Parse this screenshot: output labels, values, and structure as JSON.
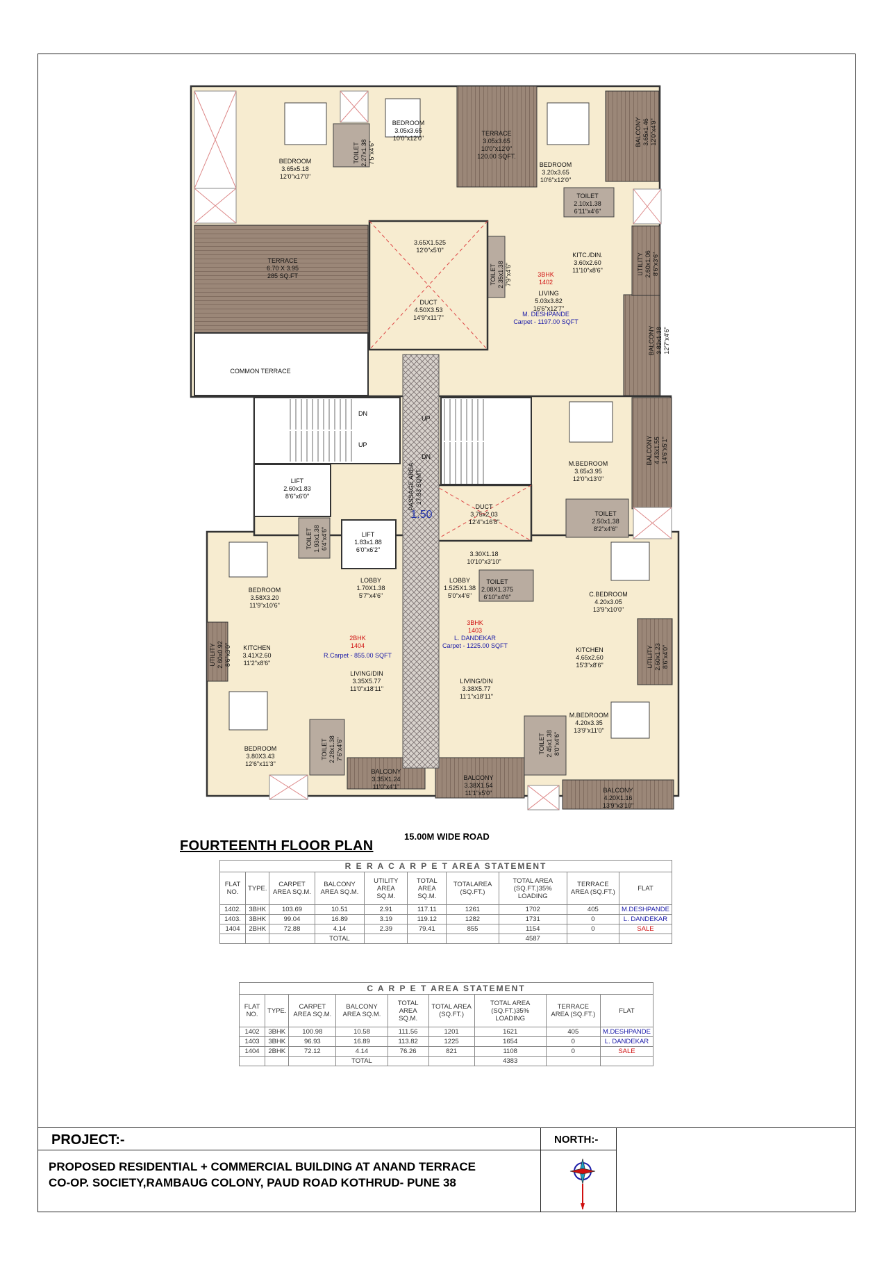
{
  "drawing": {
    "title": "FOURTEENTH FLOOR PLAN",
    "road_label": "15.00M WIDE ROAD",
    "passage": "1.50"
  },
  "rooms": [
    {
      "name": "BEDROOM",
      "dims": [
        "3.65x5.18",
        "12'0\"x17'0\""
      ]
    },
    {
      "name": "TOILET",
      "dims": [
        "2.27x1.38",
        "7'5\"x4'6\""
      ]
    },
    {
      "name": "BEDROOM",
      "dims": [
        "3.05x3.65",
        "10'0\"x12'0\""
      ]
    },
    {
      "name": "TERRACE",
      "dims": [
        "3.05x3.65",
        "10'0\"x12'0\"",
        "120.00 SQFT."
      ]
    },
    {
      "name": "BEDROOM",
      "dims": [
        "3.20x3.65",
        "10'6\"x12'0\""
      ]
    },
    {
      "name": "BALCONY",
      "dims": [
        "3.65x1.46",
        "12'0\"x4'9\""
      ]
    },
    {
      "name": "TOILET",
      "dims": [
        "2.10x1.38",
        "6'11\"x4'6\""
      ]
    },
    {
      "name": "TERRACE",
      "dims": [
        "6.70 X 3.95",
        "285 SQ.FT"
      ]
    },
    {
      "name": "3.65X1.525",
      "dims": [
        "12'0\"x5'0\""
      ]
    },
    {
      "name": "DUCT",
      "dims": [
        "4.50X3.53",
        "14'9\"x11'7\""
      ]
    },
    {
      "name": "TOILET",
      "dims": [
        "2.35x1.38",
        "7'9\"x4'6\""
      ]
    },
    {
      "name": "KITC./DIN.",
      "dims": [
        "3.60x2.60",
        "11'10\"x8'6\""
      ]
    },
    {
      "name": "UTILITY",
      "dims": [
        "2.60x1.06",
        "8'6\"x3'6\""
      ]
    },
    {
      "name": "LIVING",
      "dims": [
        "5.03x3.82",
        "16'6\"x12'7\""
      ]
    },
    {
      "name": "BALCONY",
      "dims": [
        "3.82x1.38",
        "12'7\"x4'6\""
      ]
    },
    {
      "name": "COMMON TERRACE",
      "dims": []
    },
    {
      "name": "PASSAGE AREA",
      "dims": [
        "17.83 SQMT."
      ]
    },
    {
      "name": "LIFT",
      "dims": [
        "2.60x1.83",
        "8'6\"x6'0\""
      ]
    },
    {
      "name": "M.BEDROOM",
      "dims": [
        "3.65x3.95",
        "12'0\"x13'0\""
      ]
    },
    {
      "name": "BALCONY",
      "dims": [
        "4.43x1.55",
        "14'6\"x5'1\""
      ]
    },
    {
      "name": "DUCT",
      "dims": [
        "3.75x2.03",
        "12'4\"x16'8\""
      ]
    },
    {
      "name": "TOILET",
      "dims": [
        "2.50x1.38",
        "8'2\"x4'6\""
      ]
    },
    {
      "name": "TOILET",
      "dims": [
        "1.93x1.38",
        "6'4\"x4'6\""
      ]
    },
    {
      "name": "LIFT",
      "dims": [
        "1.83x1.88",
        "6'0\"x6'2\""
      ]
    },
    {
      "name": "3.30X1.18",
      "dims": [
        "10'10\"x3'10\""
      ]
    },
    {
      "name": "BEDROOM",
      "dims": [
        "3.58X3.20",
        "11'9\"x10'6\""
      ]
    },
    {
      "name": "LOBBY",
      "dims": [
        "1.70X1.38",
        "5'7\"x4'6\""
      ]
    },
    {
      "name": "LOBBY",
      "dims": [
        "1.525X1.38",
        "5'0\"x4'6\""
      ]
    },
    {
      "name": "TOILET",
      "dims": [
        "2.08X1.375",
        "6'10\"x4'6\""
      ]
    },
    {
      "name": "C.BEDROOM",
      "dims": [
        "4.20x3.05",
        "13'9\"x10'0\""
      ]
    },
    {
      "name": "UTILITY",
      "dims": [
        "2.60x0.92",
        "8'6\"x3'0\""
      ]
    },
    {
      "name": "KITCHEN",
      "dims": [
        "3.41X2.60",
        "11'2\"x8'6\""
      ]
    },
    {
      "name": "LIVING/DIN",
      "dims": [
        "3.35X5.77",
        "11'0\"x18'11\""
      ]
    },
    {
      "name": "LIVING/DIN",
      "dims": [
        "3.38X5.77",
        "11'1\"x18'11\""
      ]
    },
    {
      "name": "KITCHEN",
      "dims": [
        "4.65x2.60",
        "15'3\"x8'6\""
      ]
    },
    {
      "name": "UTILITY",
      "dims": [
        "2.60x1.23",
        "8'6\"x4'0\""
      ]
    },
    {
      "name": "M.BEDROOM",
      "dims": [
        "4.20x3.35",
        "13'9\"x11'0\""
      ]
    },
    {
      "name": "BEDROOM",
      "dims": [
        "3.80X3.43",
        "12'6\"x11'3\""
      ]
    },
    {
      "name": "TOILET",
      "dims": [
        "2.28x1.38",
        "7'6\"x4'6\""
      ]
    },
    {
      "name": "BALCONY",
      "dims": [
        "3.35X1.24",
        "11'0\"x4'1\""
      ]
    },
    {
      "name": "BALCONY",
      "dims": [
        "3.38X1.54",
        "11'1\"x5'0\""
      ]
    },
    {
      "name": "TOILET",
      "dims": [
        "2.45x1.38",
        "8'0\"x4'6\""
      ]
    },
    {
      "name": "BALCONY",
      "dims": [
        "4.20X1.16",
        "13'9\"x3'10\""
      ]
    }
  ],
  "stairs": {
    "up": "UP",
    "dn": "DN"
  },
  "flats": [
    {
      "type": "3BHK",
      "no": "1402",
      "owner": "M. DESHPANDE",
      "carpet": "Carpet - 1197.00 SQFT"
    },
    {
      "type": "3BHK",
      "no": "1403",
      "owner": "L. DANDEKAR",
      "carpet": "Carpet - 1225.00 SQFT"
    },
    {
      "type": "2BHK",
      "no": "1404",
      "owner": "",
      "carpet": "R.Carpet - 855.00 SQFT"
    }
  ],
  "rera_table": {
    "title": "R E R A  C A R P E T  AREA STATEMENT",
    "headers": [
      "FLAT NO.",
      "TYPE.",
      "CARPET AREA SQ.M.",
      "BALCONY AREA SQ.M.",
      "UTILITY AREA SQ.M.",
      "TOTAL AREA SQ.M.",
      "TOTALAREA (SQ.FT.)",
      "TOTAL AREA (SQ.FT.)35% LOADING",
      "TERRACE AREA (SQ.FT.)",
      "FLAT"
    ],
    "rows": [
      [
        "1402.",
        "3BHK",
        "103.69",
        "10.51",
        "2.91",
        "117.11",
        "1261",
        "1702",
        "405",
        "M.DESHPANDE"
      ],
      [
        "1403.",
        "3BHK",
        "99.04",
        "16.89",
        "3.19",
        "119.12",
        "1282",
        "1731",
        "0",
        "L. DANDEKAR"
      ],
      [
        "1404",
        "2BHK",
        "72.88",
        "4.14",
        "2.39",
        "79.41",
        "855",
        "1154",
        "0",
        "SALE"
      ]
    ],
    "total_label": "TOTAL",
    "total": "4587"
  },
  "carpet_table": {
    "title": "C A R P E T  AREA STATEMENT",
    "headers": [
      "FLAT NO.",
      "TYPE.",
      "CARPET AREA SQ.M.",
      "BALCONY AREA SQ.M.",
      "TOTAL AREA SQ.M.",
      "TOTAL AREA (SQ.FT.)",
      "TOTAL AREA (SQ.FT.)35% LOADING",
      "TERRACE AREA (SQ.FT.)",
      "FLAT"
    ],
    "rows": [
      [
        "1402",
        "3BHK",
        "100.98",
        "10.58",
        "111.56",
        "1201",
        "1621",
        "405",
        "M.DESHPANDE"
      ],
      [
        "1403",
        "3BHK",
        "96.93",
        "16.89",
        "113.82",
        "1225",
        "1654",
        "0",
        "L. DANDEKAR"
      ],
      [
        "1404",
        "2BHK",
        "72.12",
        "4.14",
        "76.26",
        "821",
        "1108",
        "0",
        "SALE"
      ]
    ],
    "total_label": "TOTAL",
    "total": "4383"
  },
  "title_block": {
    "project_label": "PROJECT:-",
    "project_line1": "PROPOSED RESIDENTIAL + COMMERCIAL BUILDING AT ANAND TERRACE",
    "project_line2": "CO-OP. SOCIETY,RAMBAUG COLONY, PAUD ROAD KOTHRUD- PUNE 38",
    "north_label": "NORTH:-"
  }
}
